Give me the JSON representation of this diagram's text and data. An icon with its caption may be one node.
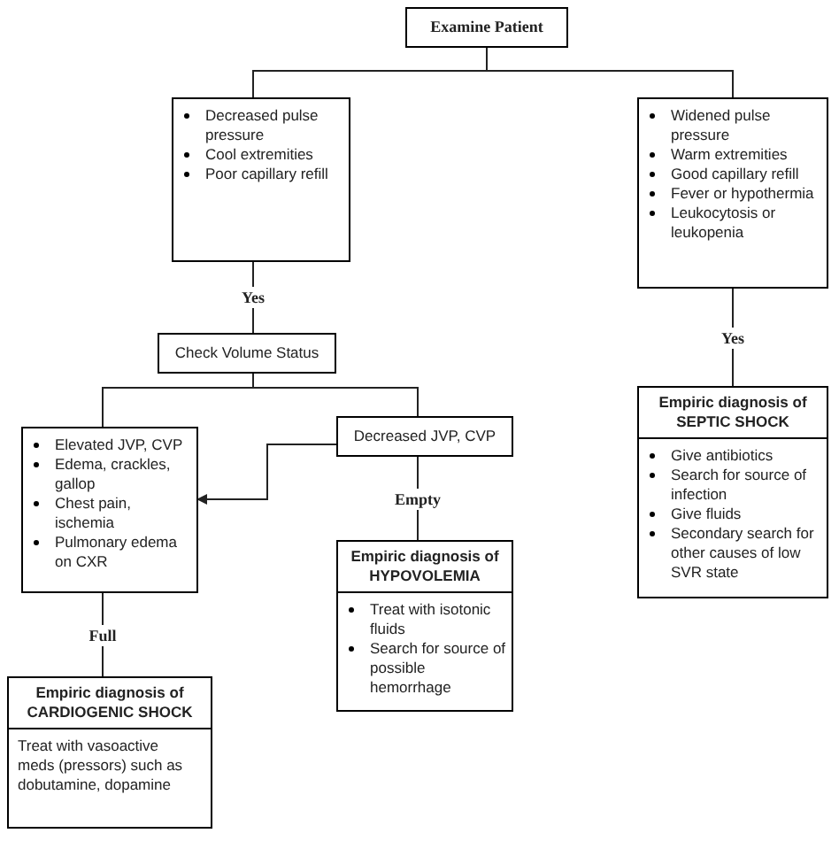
{
  "diagram": {
    "nodes": [
      {
        "text": [
          "Examine Patient"
        ]
      },
      {
        "text": [
          "Decreased pulse pressure",
          "Cool extremities",
          "Poor capillary refill"
        ]
      },
      {
        "text": [
          "Widened pulse pressure",
          "Warm extremities",
          "Good capillary refill",
          "Fever or hypothermia",
          "Leukocytosis or leukopenia"
        ]
      },
      {
        "text": [
          "Check Volume Status"
        ]
      },
      {
        "text": [
          "Elevated JVP, CVP",
          "Edema, crackles, gallop",
          "Chest pain, ischemia",
          "Pulmonary edema on CXR"
        ]
      },
      {
        "text": [
          "Decreased JVP, CVP"
        ]
      },
      {
        "text": [
          "Empiric diagnosis of HYPOVOLEMIA",
          "Treat with isotonic fluids",
          "Search for source of possible hemorrhage"
        ]
      },
      {
        "text": [
          "Empiric diagnosis of CARDIOGENIC SHOCK",
          "Treat with vasoactive meds (pressors) such as dobutamine, dopamine"
        ]
      },
      {
        "text": [
          "Empiric diagnosis of SEPTIC SHOCK",
          "Give antibiotics",
          "Search for source of infection",
          "Give fluids",
          "Secondary search for other causes of low SVR state"
        ]
      }
    ],
    "edges": [
      {
        "from": 0,
        "to": 1,
        "arrow": "none"
      },
      {
        "from": 0,
        "to": 2,
        "arrow": "none"
      },
      {
        "from": 1,
        "to": 3,
        "arrow": "none",
        "label": "Yes"
      },
      {
        "from": 2,
        "to": 8,
        "arrow": "none",
        "label": "Yes"
      },
      {
        "from": 3,
        "to": 4,
        "arrow": "none"
      },
      {
        "from": 3,
        "to": 5,
        "arrow": "none"
      },
      {
        "from": 5,
        "to": 4,
        "arrow": "to"
      },
      {
        "from": 5,
        "to": 6,
        "arrow": "none",
        "label": "Empty"
      },
      {
        "from": 4,
        "to": 7,
        "arrow": "none",
        "label": "Full"
      }
    ]
  }
}
